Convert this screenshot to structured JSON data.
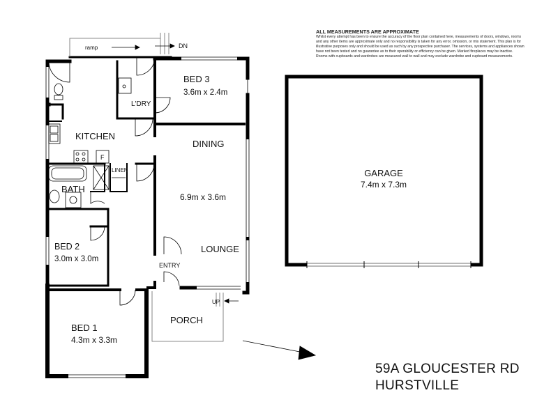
{
  "disclaimer": {
    "heading": "ALL MEASUREMENTS ARE APPROXIMATE",
    "text": "Whilst every attempt has been to ensure the accuracy of the floor plan contained here, measurements of doors, windows, rooms and any other items are approximate only and no responsibility is taken for any error, omission, or mis statement. This plan is for illustrative purposes only and should be used as such by any prospective purchaser. The services, systems and appliances shown have not been tested and no guarantee as to their operability or efficiency can be given. Marked fireplaces may be inactive. Rooms with cupboards and wardrobes are measured wall to wall and may exclude wardrobe and cupboard measurements."
  },
  "rooms": {
    "bed3": {
      "name": "BED 3",
      "size": "3.6m x 2.4m"
    },
    "laundry": {
      "name": "L'DRY"
    },
    "kitchen": {
      "name": "KITCHEN",
      "fridge": "F"
    },
    "dining": {
      "name": "DINING"
    },
    "lounge": {
      "name": "LOUNGE",
      "size": "6.9m x 3.6m"
    },
    "linen": {
      "name": "LINEN"
    },
    "bath": {
      "name": "BATH"
    },
    "bed2": {
      "name": "BED 2",
      "size": "3.0m x 3.0m"
    },
    "entry": {
      "name": "ENTRY"
    },
    "bed1": {
      "name": "BED 1",
      "size": "4.3m x 3.3m"
    },
    "porch": {
      "name": "PORCH"
    },
    "garage": {
      "name": "GARAGE",
      "size": "7.4m x 7.3m"
    }
  },
  "labels": {
    "ramp": "ramp",
    "down": "DN",
    "up": "UP"
  },
  "address": {
    "line1": "59A GLOUCESTER RD",
    "line2": "HURSTVILLE"
  }
}
